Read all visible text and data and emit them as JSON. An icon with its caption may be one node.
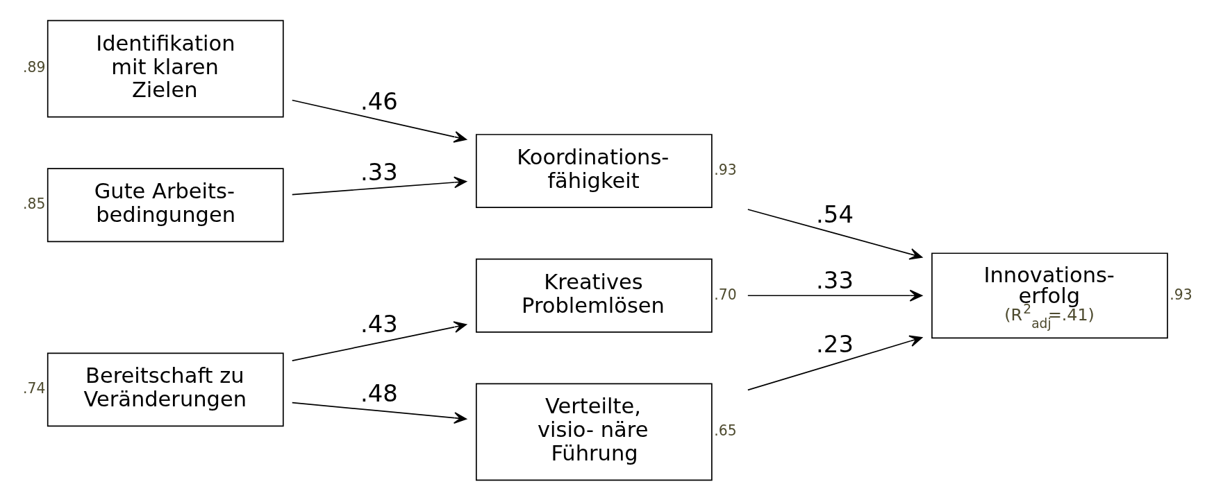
{
  "diagram": {
    "nodes": [
      {
        "text": [
          "Identifikation mit klaren Zielen"
        ],
        "beside": [
          ".89"
        ]
      },
      {
        "text": [
          "Gute Arbeits- bedingungen"
        ],
        "beside": [
          ".85"
        ]
      },
      {
        "text": [
          "Bereitschaft zu Veränderungen"
        ],
        "beside": [
          ".74"
        ]
      },
      {
        "text": [
          "Koordinations- fähigkeit"
        ],
        "beside": [
          ".93"
        ]
      },
      {
        "text": [
          "Kreatives Problemlösen"
        ],
        "beside": [
          ".70"
        ]
      },
      {
        "text": [
          "Verteilte, visio- näre Führung"
        ],
        "beside": [
          ".65"
        ]
      },
      {
        "text": [
          "Innovations- erfolg",
          "(R$^{2}$$_{adj}$=.41)"
        ],
        "beside": [
          ".93"
        ]
      }
    ],
    "edges": [
      {
        "from": 0,
        "to": 3,
        "arrow": "to",
        "label": ".46"
      },
      {
        "from": 1,
        "to": 3,
        "arrow": "to",
        "label": ".33"
      },
      {
        "from": 2,
        "to": 4,
        "arrow": "to",
        "label": ".43"
      },
      {
        "from": 2,
        "to": 5,
        "arrow": "to",
        "label": ".48"
      },
      {
        "from": 3,
        "to": 6,
        "arrow": "to",
        "label": ".54"
      },
      {
        "from": 4,
        "to": 6,
        "arrow": "to",
        "label": ".33"
      },
      {
        "from": 5,
        "to": 6,
        "arrow": "to",
        "label": ".23"
      }
    ]
  }
}
